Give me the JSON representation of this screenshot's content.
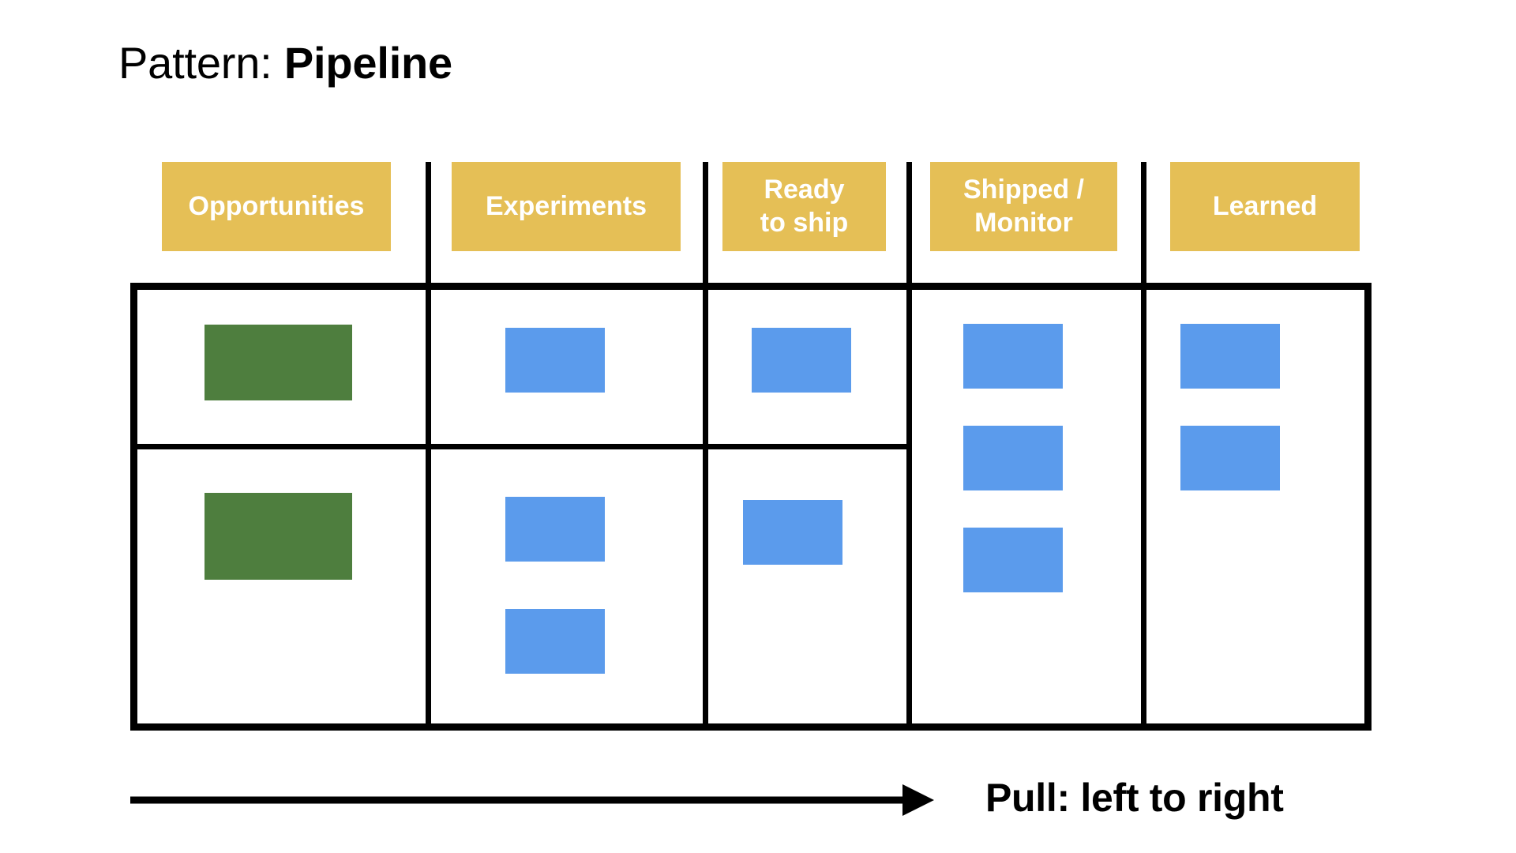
{
  "slide": {
    "title_prefix": "Pattern: ",
    "title_name": "Pipeline",
    "background_color": "#ffffff"
  },
  "colors": {
    "header_yellow": "#e5bf56",
    "card_green": "#4e7e3e",
    "card_blue": "#5b9bec",
    "border_black": "#000000",
    "header_text": "#ffffff"
  },
  "board": {
    "columns": [
      {
        "id": "opportunities",
        "label": "Opportunities",
        "cards": [
          {
            "color": "green"
          },
          {
            "color": "green"
          }
        ]
      },
      {
        "id": "experiments",
        "label": "Experiments",
        "cards": [
          {
            "color": "blue"
          },
          {
            "color": "blue"
          },
          {
            "color": "blue"
          }
        ]
      },
      {
        "id": "ready-to-ship",
        "label": "Ready\nto ship",
        "cards": [
          {
            "color": "blue"
          },
          {
            "color": "blue"
          }
        ]
      },
      {
        "id": "shipped-monitor",
        "label": "Shipped /\nMonitor",
        "cards": [
          {
            "color": "blue"
          },
          {
            "color": "blue"
          },
          {
            "color": "blue"
          }
        ]
      },
      {
        "id": "learned",
        "label": "Learned",
        "cards": [
          {
            "color": "blue"
          },
          {
            "color": "blue"
          }
        ]
      }
    ]
  },
  "flow": {
    "arrow_icon": "arrow-right-icon",
    "label": "Pull: left to right"
  }
}
